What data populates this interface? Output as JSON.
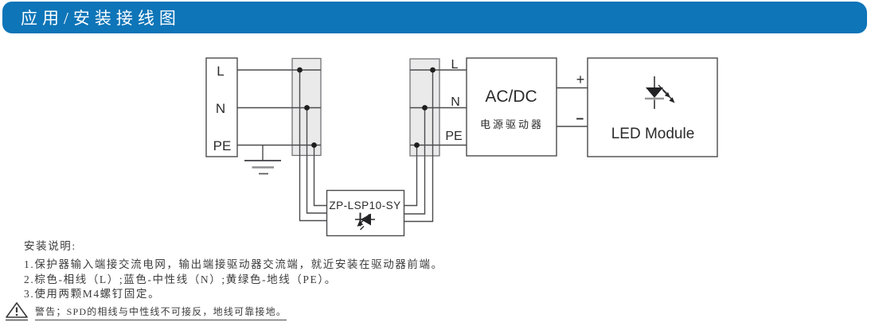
{
  "header": {
    "title": "应用/安装接线图"
  },
  "colors": {
    "header_bg": "#0d75b8",
    "header_text": "#ffffff",
    "wire": "#4b4b4e",
    "terminal_strip_fill": "#eaeaeb",
    "terminal_strip_border": "#737376",
    "junction_dot": "#1e1e1e",
    "note_text": "#3c3c3c"
  },
  "diagram": {
    "mains": {
      "l": "L",
      "n": "N",
      "pe": "PE"
    },
    "spd": {
      "model": "ZP-LSP10-SY",
      "symbol": "suppressor-diode-icon"
    },
    "driver_in": {
      "l": "L",
      "n": "N",
      "pe": "PE"
    },
    "driver": {
      "name": "AC/DC",
      "subtitle": "电源驱动器",
      "plus": "+",
      "minus": "−"
    },
    "led": {
      "label": "LED Module",
      "symbol": "led-icon"
    },
    "ground_symbol": "earth-ground-icon"
  },
  "notes": {
    "heading": "安装说明:",
    "items": [
      "1.保护器输入端接交流电网，输出端接驱动器交流端，就近安装在驱动器前端。",
      "2.棕色-相线（L）;蓝色-中性线（N）;黄绿色-地线（PE）。",
      "3.使用两颗M4螺钉固定。"
    ],
    "warning": "警告；SPD的相线与中性线不可接反，地线可靠接地。",
    "warning_symbol": "warning-triangle-icon"
  }
}
